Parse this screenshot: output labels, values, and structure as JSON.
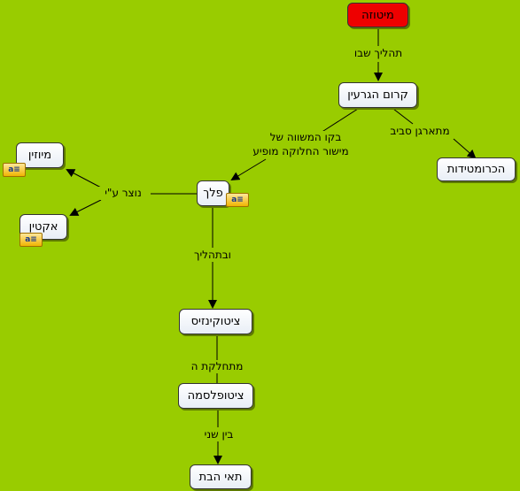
{
  "nodes": {
    "mitosis": "מיטוזה",
    "nucleus_division": "קרום הגרעין",
    "chromatids": "הכרומטידות",
    "spindle": "פלך",
    "myosin": "מיוזין",
    "actin": "אקטין",
    "cytokinesis": "ציטוקינזיס",
    "cytoplasm": "ציטופלסמה",
    "daughter_cells": "תאי הבת"
  },
  "links": {
    "process_in": "תהליך שבו",
    "rearranged_around": "מתארגן סביב",
    "line_break_1": "בקו המשווה של",
    "line_break_2": "מישור החלוקה מופיע",
    "formed_by": "נוצר ע\"י",
    "and_process": "ובתהליך",
    "divides_the": "מתחלקת ה",
    "between_two": "בין שני"
  },
  "icons": {
    "resource_label": "a≡",
    "resource_icon": "resource-attachment-icon"
  },
  "colors": {
    "background": "#99cc00",
    "root_node": "#ee0000"
  }
}
